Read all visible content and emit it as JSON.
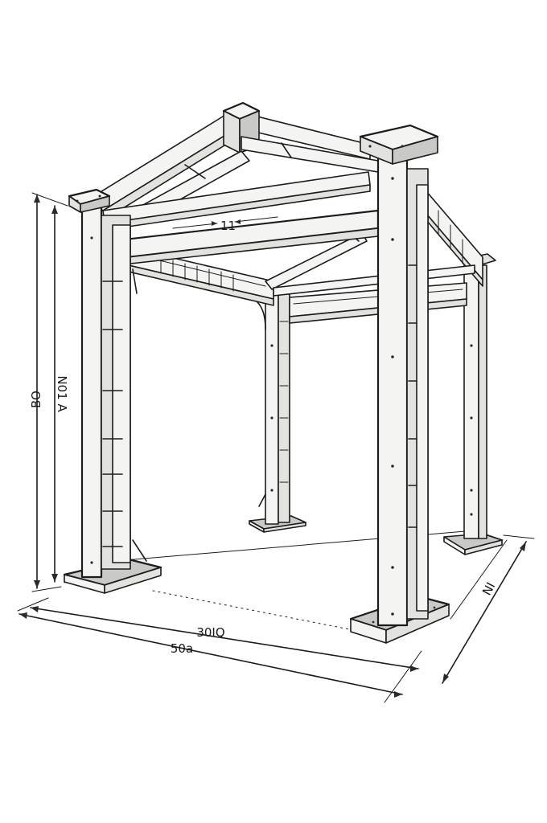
{
  "figure": {
    "labels": {
      "left_height_outer": "BO",
      "left_height_inner": "N01 A",
      "top_beam": "11",
      "front_inner": "30IQ",
      "front_outer": "50a",
      "right_depth": "NI"
    }
  }
}
